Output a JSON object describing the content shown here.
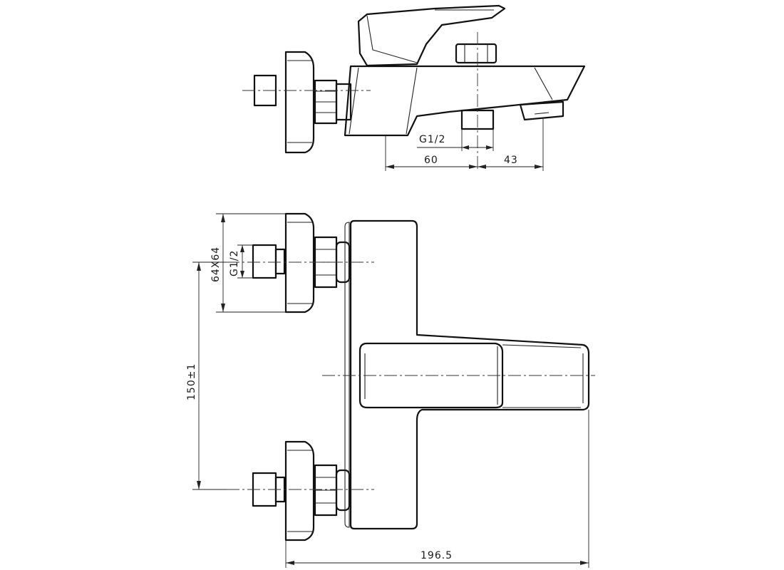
{
  "dimensions": {
    "g12_top": "G1/2",
    "spout_offset": "60",
    "outlet_offset": "43",
    "flange_size": "64X64",
    "g12_side": "G1/2",
    "inlet_spacing": "150±1",
    "overall_width": "196.5"
  }
}
